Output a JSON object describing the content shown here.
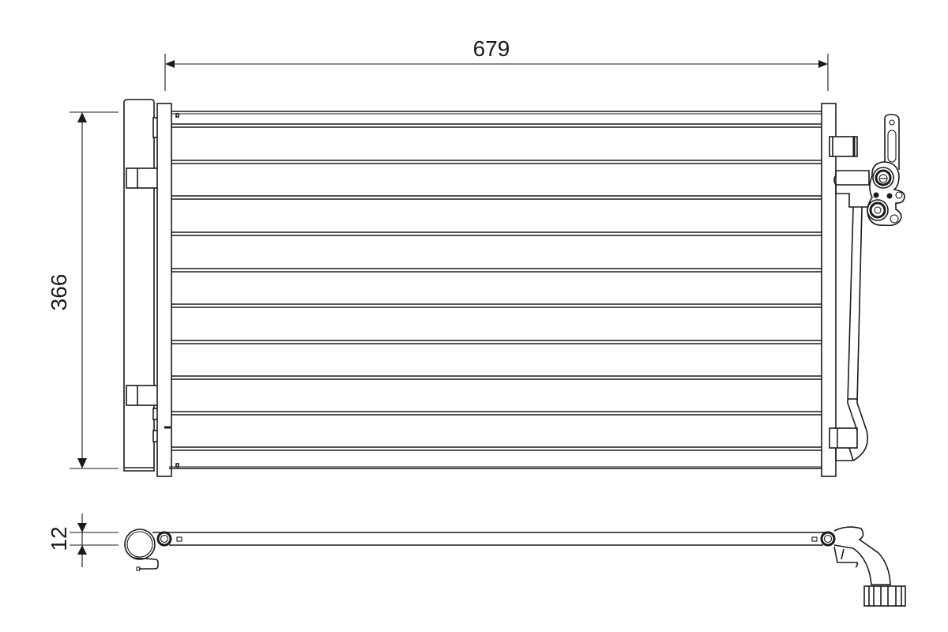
{
  "drawing": {
    "subject": "condenser technical drawing",
    "views": [
      "front-view",
      "top-view"
    ],
    "line_color": "#1a1a1a",
    "background": "#ffffff"
  },
  "dimensions": {
    "width": {
      "value": "679",
      "unit": "mm"
    },
    "height": {
      "value": "366",
      "unit": "mm"
    },
    "thickness": {
      "value": "12",
      "unit": "mm"
    }
  },
  "core": {
    "tube_count": 10
  }
}
